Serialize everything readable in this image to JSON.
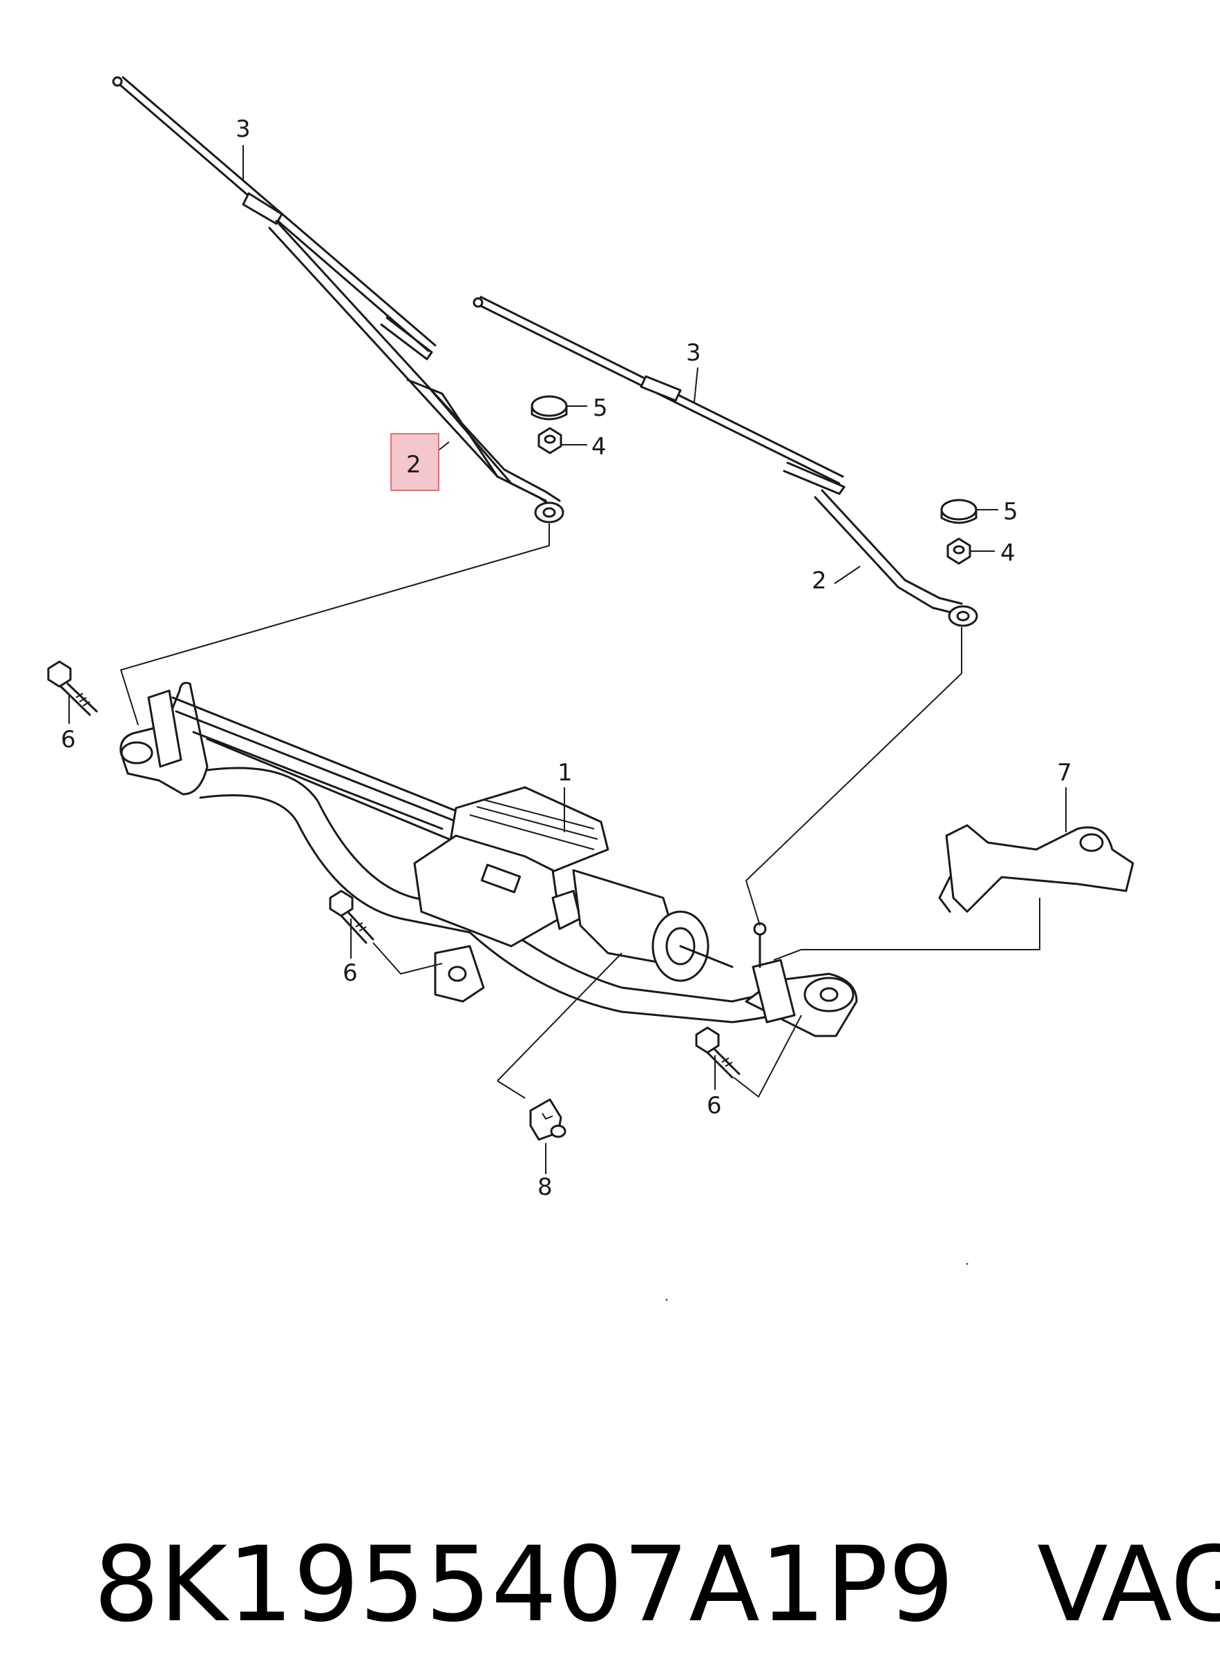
{
  "diagram": {
    "callouts": {
      "c1": "1",
      "c2a": "2",
      "c2b": "2",
      "c3a": "3",
      "c3b": "3",
      "c4a": "4",
      "c4b": "4",
      "c5a": "5",
      "c5b": "5",
      "c6a": "6",
      "c6b": "6",
      "c6c": "6",
      "c7": "7",
      "c8": "8"
    },
    "highlight_color": "#f4c7cc",
    "highlight_border": "#e0707a"
  },
  "caption": {
    "part_number": "8K1955407A1P9",
    "brand": "VAG"
  }
}
